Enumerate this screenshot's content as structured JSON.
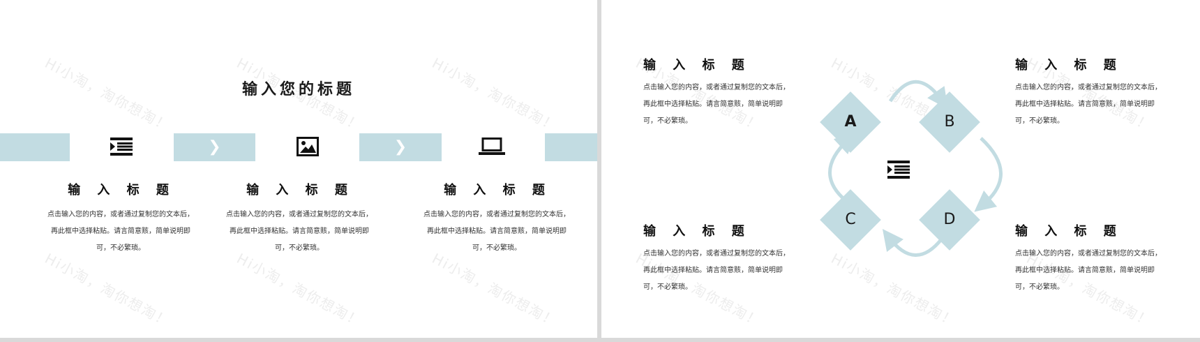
{
  "watermark": "Hi小淘，淘你想淘！",
  "slide1": {
    "title": "输入您的标题",
    "arrow_glyph": "❯",
    "columns": [
      {
        "icon": "list-icon",
        "title": "输 入 标 题",
        "lines": [
          "点击输入您的内容，或者通过复制您的文本后，",
          "再此框中选择粘贴。请言简意赅，简单说明即",
          "可，不必繁琐。"
        ]
      },
      {
        "icon": "image-icon",
        "title": "输 入 标 题",
        "lines": [
          "点击输入您的内容，或者通过复制您的文本后，",
          "再此框中选择粘贴。请言简意赅，简单说明即",
          "可，不必繁琐。"
        ]
      },
      {
        "icon": "laptop-icon",
        "title": "输 入 标 题",
        "lines": [
          "点击输入您的内容，或者通过复制您的文本后，",
          "再此框中选择粘贴。请言简意赅，简单说明即",
          "可，不必繁琐。"
        ]
      }
    ]
  },
  "slide2": {
    "center_icon": "list-icon",
    "nodes": [
      "A",
      "B",
      "C",
      "D"
    ],
    "items": [
      {
        "title": "输 入 标 题",
        "lines": [
          "点击输入您的内容，或者通过复制您的文本后，",
          "再此框中选择粘贴。请言简意赅，简单说明即",
          "可，不必繁琐。"
        ]
      },
      {
        "title": "输 入 标 题",
        "lines": [
          "点击输入您的内容，或者通过复制您的文本后，",
          "再此框中选择粘贴。请言简意赅，简单说明即",
          "可，不必繁琐。"
        ]
      },
      {
        "title": "输 入 标 题",
        "lines": [
          "点击输入您的内容，或者通过复制您的文本后，",
          "再此框中选择粘贴。请言简意赅，简单说明即",
          "可，不必繁琐。"
        ]
      },
      {
        "title": "输 入 标 题",
        "lines": [
          "点击输入您的内容，或者通过复制您的文本后，",
          "再此框中选择粘贴。请言简意赅，简单说明即",
          "可，不必繁琐。"
        ]
      }
    ],
    "colors": {
      "accent": "#c2dce2",
      "text": "#222222"
    }
  }
}
